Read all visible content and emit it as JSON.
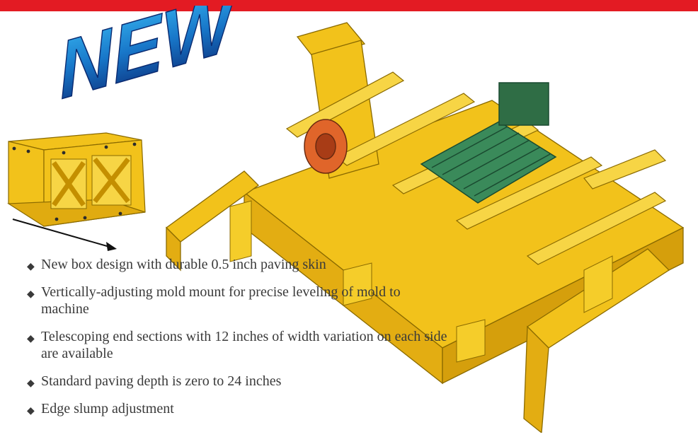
{
  "header": {
    "bar_color": "#e31b23"
  },
  "logo": {
    "text": "NEW",
    "gradient_top": "#1a8fd6",
    "gradient_bottom": "#0b2e7a"
  },
  "illustrations": {
    "box_section": {
      "icon": "mold-box-section-illustration",
      "color": "#f2c21b"
    },
    "paving_mold": {
      "icon": "paving-mold-illustration",
      "color": "#f2c21b"
    }
  },
  "features": [
    {
      "text": "New box design with durable 0.5 inch paving skin"
    },
    {
      "text": "Vertically-adjusting mold mount for precise leveling of mold to machine"
    },
    {
      "text": "Telescoping end sections with 12 inches of width variation on each side are available"
    },
    {
      "text": "Standard paving depth is zero to 24 inches"
    },
    {
      "text": "Edge slump adjustment"
    }
  ]
}
